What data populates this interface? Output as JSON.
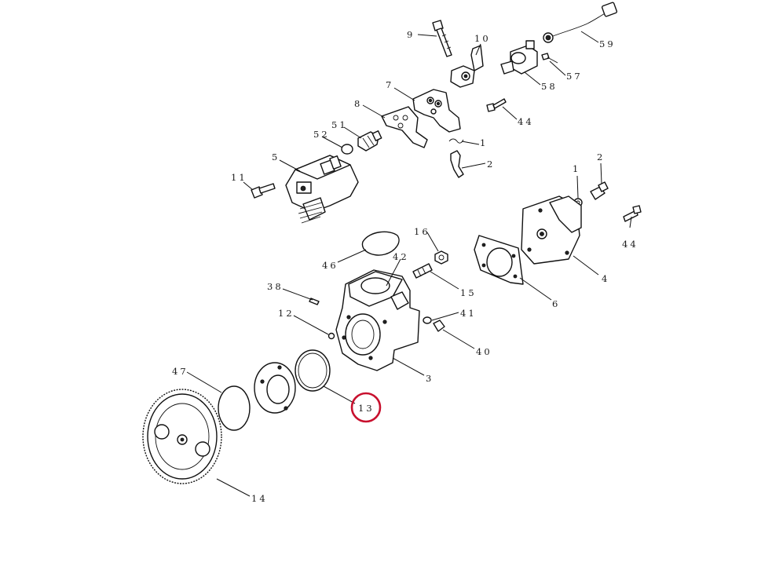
{
  "callouts": [
    {
      "id": "c9",
      "text": "9"
    },
    {
      "id": "c10",
      "text": "10"
    },
    {
      "id": "c59",
      "text": "59"
    },
    {
      "id": "c57",
      "text": "57"
    },
    {
      "id": "c58",
      "text": "58"
    },
    {
      "id": "c7",
      "text": "7"
    },
    {
      "id": "c8",
      "text": "8"
    },
    {
      "id": "c44a",
      "text": "44"
    },
    {
      "id": "c51",
      "text": "51"
    },
    {
      "id": "c52",
      "text": "52"
    },
    {
      "id": "c1a",
      "text": "1"
    },
    {
      "id": "c2a",
      "text": "2"
    },
    {
      "id": "c5",
      "text": "5"
    },
    {
      "id": "c11",
      "text": "11"
    },
    {
      "id": "c1b",
      "text": "1"
    },
    {
      "id": "c2b",
      "text": "2"
    },
    {
      "id": "c44b",
      "text": "44"
    },
    {
      "id": "c16",
      "text": "16"
    },
    {
      "id": "c46",
      "text": "46"
    },
    {
      "id": "c42",
      "text": "42"
    },
    {
      "id": "c38",
      "text": "38"
    },
    {
      "id": "c15",
      "text": "15"
    },
    {
      "id": "c6",
      "text": "6"
    },
    {
      "id": "c4",
      "text": "4"
    },
    {
      "id": "c12",
      "text": "12"
    },
    {
      "id": "c41",
      "text": "41"
    },
    {
      "id": "c40",
      "text": "40"
    },
    {
      "id": "c3",
      "text": "3"
    },
    {
      "id": "c47",
      "text": "47"
    },
    {
      "id": "c13",
      "text": "13"
    },
    {
      "id": "c14",
      "text": "14"
    }
  ],
  "highlight": {
    "callout": "13",
    "color": "#c8102e"
  }
}
